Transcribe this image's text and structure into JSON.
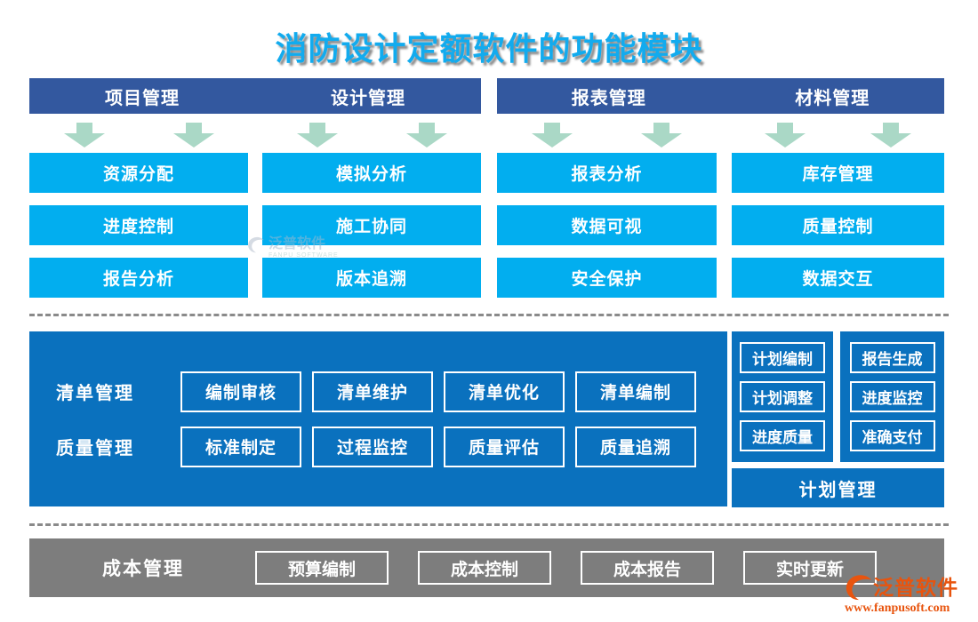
{
  "title": "消防设计定额软件的功能模块",
  "colors": {
    "title_blue": "#12ABEE",
    "header_bar_blue": "#33589F",
    "module_box_cyan": "#02AEEF",
    "panel_blue": "#0A71BE",
    "arrow_mint": "#AAD8C6",
    "cost_bar_gray": "#7D7D7D",
    "brand_orange": "#E8540E"
  },
  "header_bars": [
    {
      "left_label": "项目管理",
      "right_label": "设计管理"
    },
    {
      "left_label": "报表管理",
      "right_label": "材料管理"
    }
  ],
  "columns": [
    {
      "items": [
        "资源分配",
        "进度控制",
        "报告分析"
      ]
    },
    {
      "items": [
        "模拟分析",
        "施工协同",
        "版本追溯"
      ]
    },
    {
      "items": [
        "报表分析",
        "数据可视",
        "安全保护"
      ]
    },
    {
      "items": [
        "库存管理",
        "质量控制",
        "数据交互"
      ]
    }
  ],
  "list_quality_panel": {
    "rows": [
      {
        "label": "清单管理",
        "items": [
          "编制审核",
          "清单维护",
          "清单优化",
          "清单编制"
        ]
      },
      {
        "label": "质量管理",
        "items": [
          "标准制定",
          "过程监控",
          "质量评估",
          "质量追溯"
        ]
      }
    ]
  },
  "plan_panel": {
    "left_items": [
      "计划编制",
      "计划调整",
      "进度质量"
    ],
    "right_items": [
      "报告生成",
      "进度监控",
      "准确支付"
    ],
    "footer": "计划管理"
  },
  "cost_bar": {
    "label": "成本管理",
    "items": [
      "预算编制",
      "成本控制",
      "成本报告",
      "实时更新"
    ]
  },
  "watermark": {
    "name": "泛普软件",
    "sub": "FANPU SOFTWARE"
  },
  "branding": {
    "name": "泛普软件",
    "url": "www.fanpusoft.com"
  },
  "icons": {
    "down_arrow": "mint solid down-arrow",
    "brand_mark": "orange swoosh crescent"
  }
}
